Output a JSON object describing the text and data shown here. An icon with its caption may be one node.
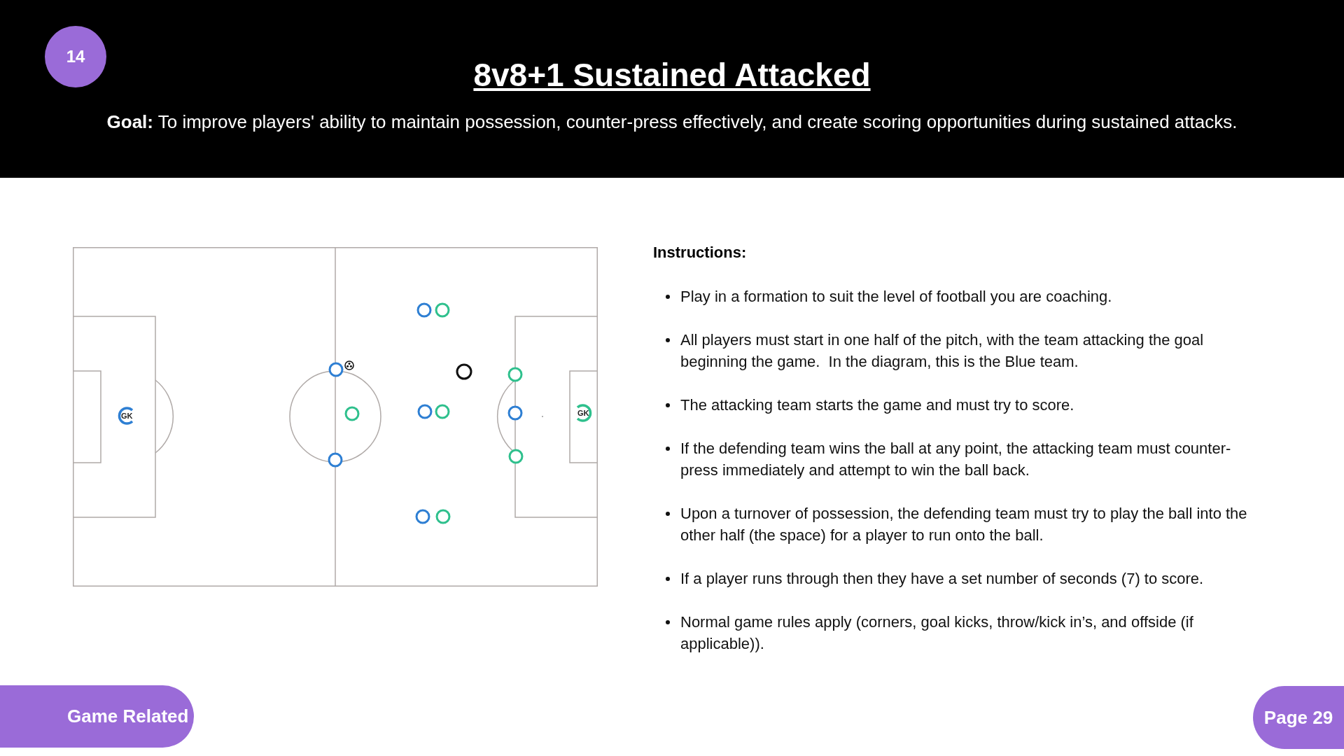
{
  "diagram": {
    "title": "8v8+1 Sustained Attacked",
    "nodes": [
      {
        "text": [
          "14"
        ]
      },
      {
        "text": [
          "Game Related"
        ]
      },
      {
        "text": [
          "Page 29"
        ]
      }
    ],
    "labels": [
      "**Goal:** To improve players' ability to maintain possession, counter-press effectively, and create scoring opportunities during sustained attacks.",
      "GK",
      "GK",
      "Instructions:",
      "Play in a formation to suit the level of football you are coaching.",
      "All players must start in one half of the pitch, with the team attacking the goal beginning the game.  In the diagram, this is the Blue team.",
      "The attacking team starts the game and must try to score.",
      "If the defending team wins the ball at any point, the attacking team must counter-press immediately and attempt to win the ball back.",
      "Upon a turnover of possession, the defending team must try to play the ball into the other half (the space) for a player to run onto the ball.",
      "If a player runs through then they have a set number of seconds (7) to score.",
      "Normal game rules apply (corners, goal kicks, throw/kick in’s, and offside (if applicable))."
    ]
  }
}
